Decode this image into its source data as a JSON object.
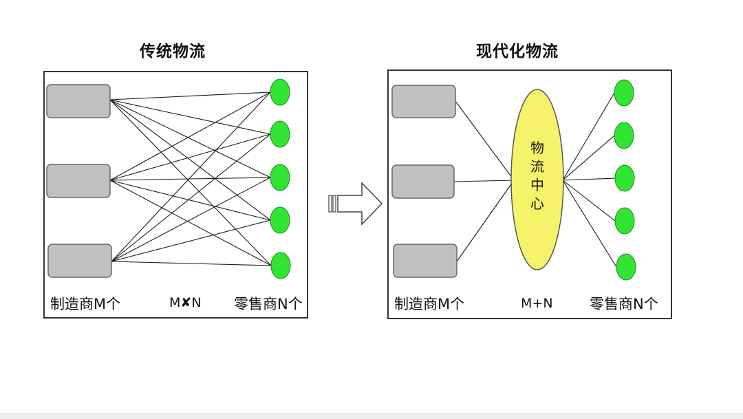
{
  "traditional": {
    "title": "传统物流",
    "manufacturer_label": "制造商M个",
    "formula_left": "M",
    "formula_mark": "✘",
    "formula_right": "N",
    "retailer_label": "零售商N个"
  },
  "modern": {
    "title": "现代化物流",
    "hub_label": [
      "物",
      "流",
      "中",
      "心"
    ],
    "manufacturer_label": "制造商M个",
    "formula": "M+N",
    "retailer_label": "零售商N个"
  },
  "colors": {
    "manufacturer_fill": "#c0c0c0",
    "retailer_fill": "#33e533",
    "hub_fill": "#f5f36a",
    "line": "#1a1a1a"
  },
  "icons": {
    "transition": "double-outline-right-arrow"
  }
}
